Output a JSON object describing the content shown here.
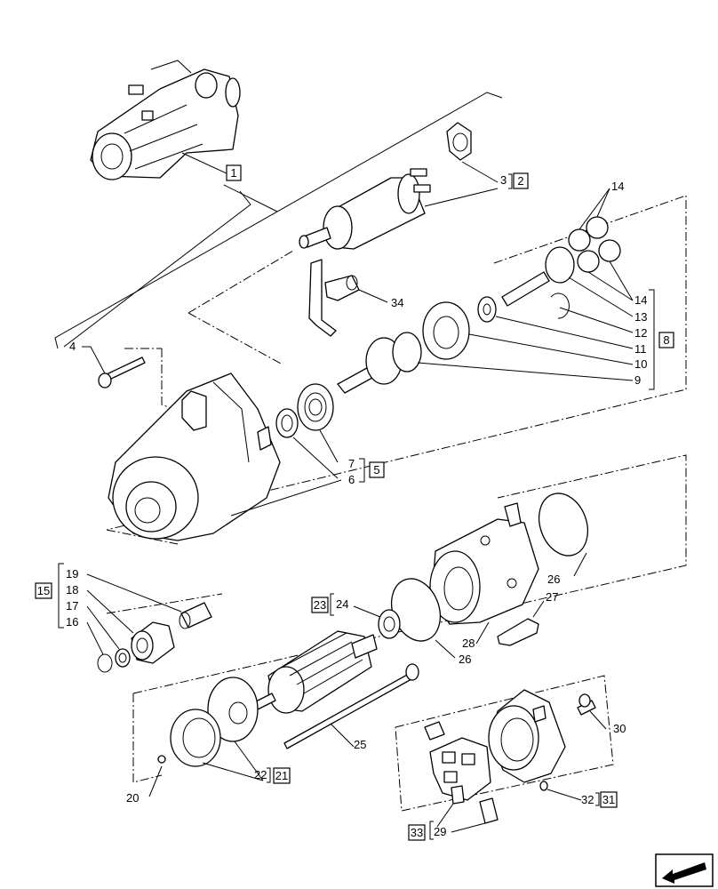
{
  "labels": {
    "l1": "1",
    "l2": "2",
    "l3": "3",
    "l4": "4",
    "l5": "5",
    "l6": "6",
    "l7": "7",
    "l8": "8",
    "l9": "9",
    "l10": "10",
    "l11": "11",
    "l12": "12",
    "l13": "13",
    "l14a": "14",
    "l14b": "14",
    "l15": "15",
    "l16": "16",
    "l17": "17",
    "l18": "18",
    "l19": "19",
    "l20": "20",
    "l21": "21",
    "l22": "22",
    "l23": "23",
    "l24": "24",
    "l25": "25",
    "l26a": "26",
    "l26b": "26",
    "l27": "27",
    "l28": "28",
    "l29": "29",
    "l30": "30",
    "l31": "31",
    "l32": "32",
    "l33": "33",
    "l34": "34"
  },
  "icons": {
    "nav": "arrow-left-icon"
  }
}
